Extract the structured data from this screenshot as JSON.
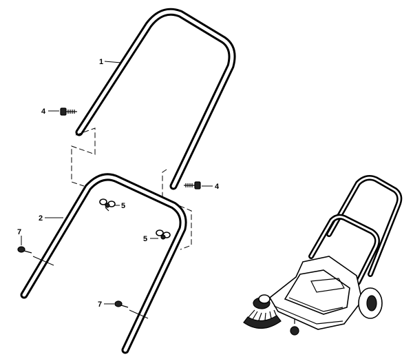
{
  "callouts": {
    "upper_handle": "1",
    "lower_handle": "2",
    "bolt_left": "4",
    "bolt_right": "4",
    "wing_nut_left": "5",
    "wing_nut_right": "5",
    "screw_left": "7",
    "screw_right": "7"
  }
}
